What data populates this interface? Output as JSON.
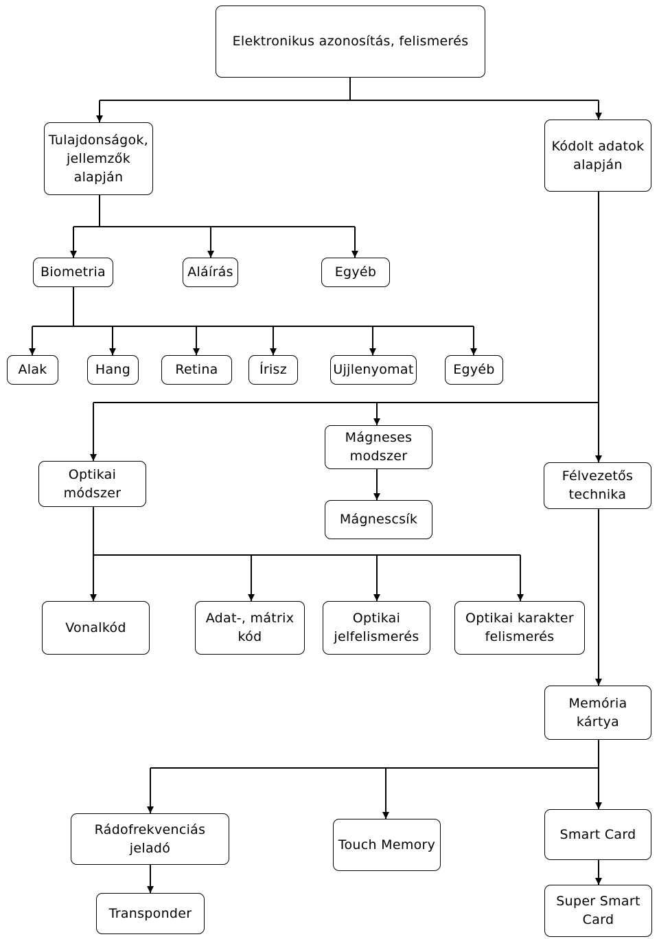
{
  "nodes": {
    "root": "Elektronikus azonosítás, felismerés",
    "tulajdonsagok": "Tulajdonságok,\njellemzők\nalapján",
    "kodolt": "Kódolt adatok\nalapján",
    "biometria": "Biometria",
    "alairas": "Aláírás",
    "egyeb1": "Egyéb",
    "alak": "Alak",
    "hang": "Hang",
    "retina": "Retina",
    "irisz": "Írisz",
    "ujjlenyomat": "Ujjlenyomat",
    "egyeb2": "Egyéb",
    "optikai_modszer": "Optikai\nmódszer",
    "magneses_modszer": "Mágneses\nmodszer",
    "magnescsik": "Mágnescsík",
    "felvezetos": "Félvezetős\ntechnika",
    "vonalkod": "Vonalkód",
    "adat_matrix": "Adat-, mátrix\nkód",
    "optikai_jel": "Optikai\njelfelismerés",
    "optikai_karakter": "Optikai karakter\nfelismerés",
    "memoria": "Memória\nkártya",
    "radiofrekvencias": "Rádofrekvenciás\njeladó",
    "touch_memory": "Touch Memory",
    "smart_card": "Smart Card",
    "transponder": "Transponder",
    "super_smart_card": "Super Smart\nCard"
  }
}
